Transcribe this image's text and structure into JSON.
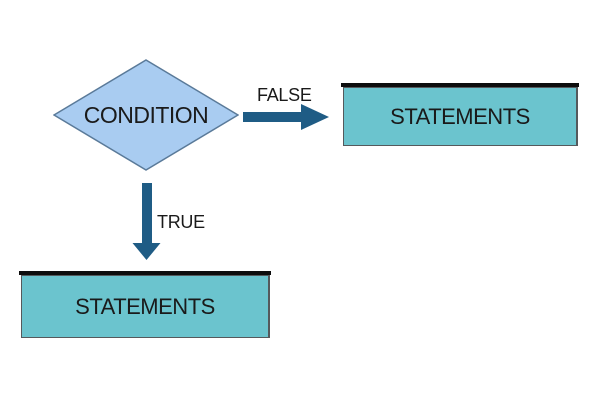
{
  "colors": {
    "background": "#ffffff",
    "diamond_fill": "#a9ccf1",
    "diamond_border": "#5a7a99",
    "arrow": "#1f5c85",
    "box_fill": "#6bc4ce",
    "box_top_bar": "#0d0d0d",
    "box_border": "#55595c",
    "text": "#1a1a1a"
  },
  "flowchart": {
    "decision": {
      "label": "CONDITION",
      "shape": "diamond"
    },
    "branches": [
      {
        "label": "FALSE",
        "direction": "right",
        "target": {
          "label": "STATEMENTS",
          "shape": "rectangle"
        }
      },
      {
        "label": "TRUE",
        "direction": "down",
        "target": {
          "label": "STATEMENTS",
          "shape": "rectangle"
        }
      }
    ]
  }
}
